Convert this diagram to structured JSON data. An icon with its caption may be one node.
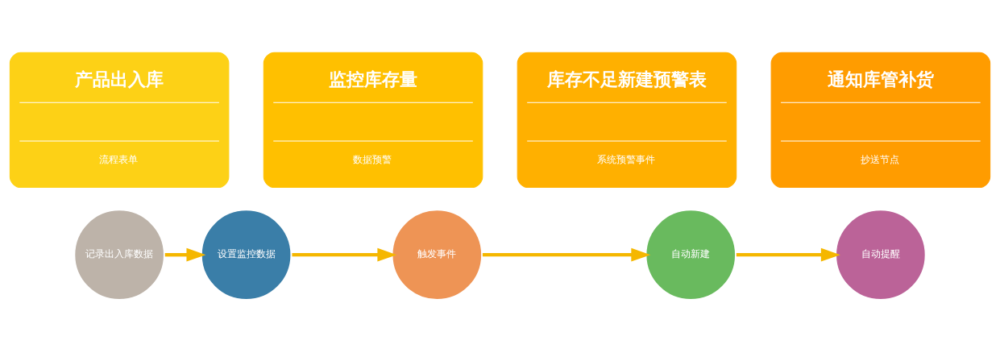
{
  "diagram": {
    "nodes": [
      {
        "text": [
          "产品出入库",
          "流程表单"
        ]
      },
      {
        "text": [
          "监控库存量",
          "数据预警"
        ]
      },
      {
        "text": [
          "库存不足新建预警表",
          "系统预警事件"
        ]
      },
      {
        "text": [
          "通知库管补货",
          "抄送节点"
        ]
      },
      {
        "text": [
          "记录出入库数据"
        ]
      },
      {
        "text": [
          "设置监控数据"
        ]
      },
      {
        "text": [
          "触发事件"
        ]
      },
      {
        "text": [
          "自动新建"
        ]
      },
      {
        "text": [
          "自动提醒"
        ]
      }
    ],
    "edges": [
      {
        "from": 4,
        "to": 5,
        "arrow": "to"
      },
      {
        "from": 5,
        "to": 6,
        "arrow": "to"
      },
      {
        "from": 6,
        "to": 7,
        "arrow": "to"
      },
      {
        "from": 7,
        "to": 8,
        "arrow": "to"
      }
    ]
  }
}
